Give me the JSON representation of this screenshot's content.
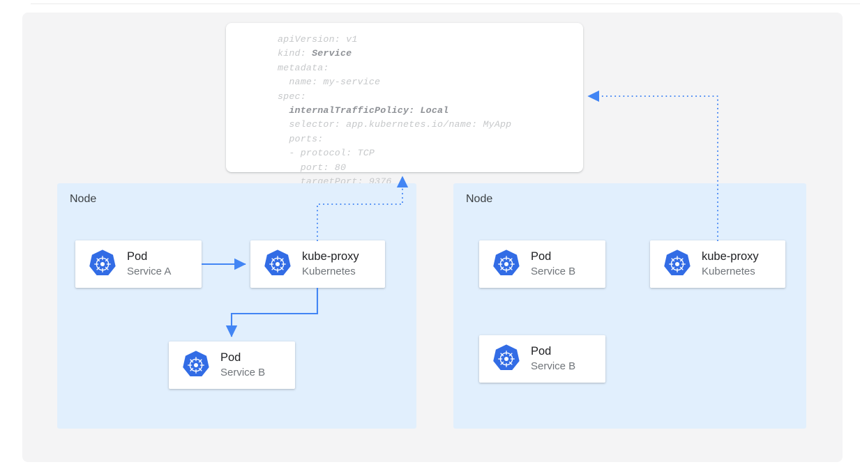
{
  "page": {
    "background": "#ffffff",
    "panel_color": "#f4f4f5",
    "accent_blue": "#4285f4",
    "node_fill": "#e1effd",
    "logo_blue": "#326ce5"
  },
  "yaml_card": {
    "name": "service-manifest",
    "lines": [
      {
        "text": "apiVersion: v1",
        "bold_part": ""
      },
      {
        "text": "kind: ",
        "bold_part": "Service"
      },
      {
        "text": "metadata:",
        "bold_part": ""
      },
      {
        "text": "  name: my-service",
        "bold_part": ""
      },
      {
        "text": "spec:",
        "bold_part": ""
      },
      {
        "text": "  ",
        "bold_part": "internalTrafficPolicy: Local"
      },
      {
        "text": "  selector: app.kubernetes.io/name: MyApp",
        "bold_part": ""
      },
      {
        "text": "  ports:",
        "bold_part": ""
      },
      {
        "text": "  - protocol: TCP",
        "bold_part": ""
      },
      {
        "text": "    port: 80",
        "bold_part": ""
      },
      {
        "text": "    targetPort: 9376",
        "bold_part": ""
      }
    ],
    "full_text": "apiVersion: v1\nkind: Service\nmetadata:\n  name: my-service\nspec:\n  internalTrafficPolicy: Local\n  selector: app.kubernetes.io/name: MyApp\n  ports:\n  - protocol: TCP\n    port: 80\n    targetPort: 9376"
  },
  "nodes": [
    {
      "label": "Node",
      "side": "left"
    },
    {
      "label": "Node",
      "side": "right"
    }
  ],
  "cards": {
    "pod_a": {
      "title": "Pod",
      "subtitle": "Service A",
      "icon": "kubernetes-logo"
    },
    "kube_proxy_left": {
      "title": "kube-proxy",
      "subtitle": "Kubernetes",
      "icon": "kubernetes-logo"
    },
    "pod_b_left": {
      "title": "Pod",
      "subtitle": "Service B",
      "icon": "kubernetes-logo"
    },
    "pod_b1_right": {
      "title": "Pod",
      "subtitle": "Service B",
      "icon": "kubernetes-logo"
    },
    "pod_b2_right": {
      "title": "Pod",
      "subtitle": "Service B",
      "icon": "kubernetes-logo"
    },
    "kube_proxy_right": {
      "title": "kube-proxy",
      "subtitle": "Kubernetes",
      "icon": "kubernetes-logo"
    }
  },
  "connectors": [
    {
      "name": "pod-a-to-kube-proxy",
      "style": "solid",
      "from": "pod_a",
      "to": "kube_proxy_left"
    },
    {
      "name": "kube-proxy-to-pod-b",
      "style": "solid",
      "from": "kube_proxy_left",
      "to": "pod_b_left"
    },
    {
      "name": "kube-proxy-left-to-manifest",
      "style": "dotted",
      "from": "kube_proxy_left",
      "to": "yaml_card"
    },
    {
      "name": "kube-proxy-right-to-manifest",
      "style": "dotted",
      "from": "kube_proxy_right",
      "to": "yaml_card"
    }
  ]
}
